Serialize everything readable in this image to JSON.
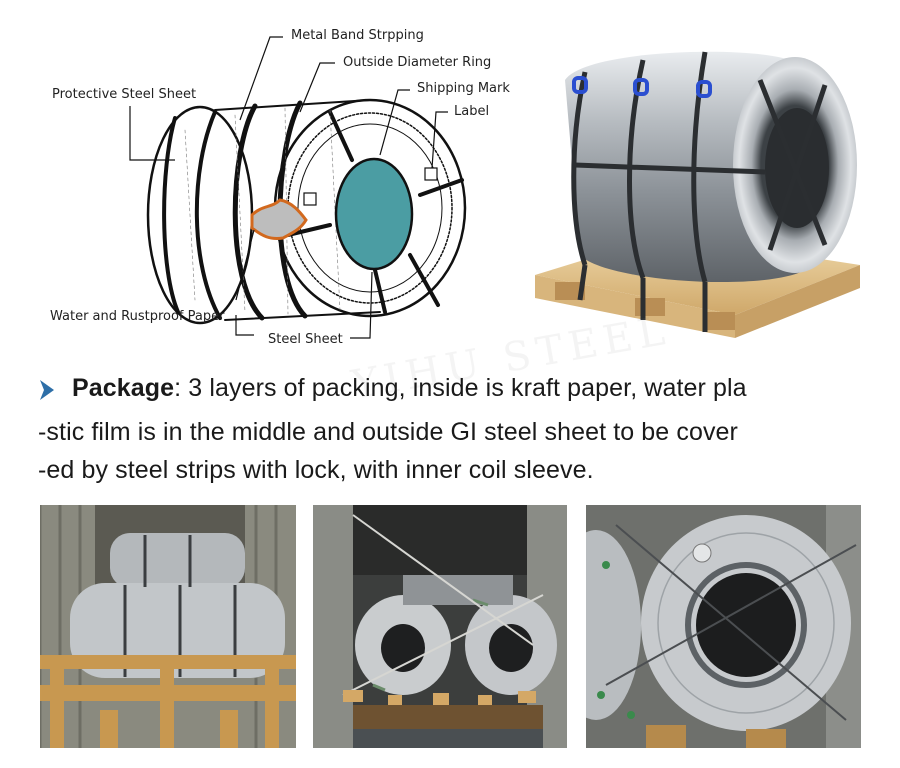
{
  "diagram": {
    "labels": {
      "metal_band": "Metal Band Strpping",
      "outside_ring": "Outside Diameter Ring",
      "shipping_mark": "Shipping Mark",
      "label": "Label",
      "protective_sheet": "Protective Steel Sheet",
      "rustproof_paper": "Water and Rustproof Paper",
      "steel_sheet": "Steel Sheet"
    }
  },
  "package": {
    "title": "Package",
    "colon": ":",
    "line1": "3 layers of packing, inside is kraft paper, water pla",
    "line2": "-stic film is in the middle and outside GI steel sheet to be cover",
    "line3": "-ed by steel strips with lock, with inner coil sleeve."
  },
  "watermark": "YIHU STEEL",
  "colors": {
    "arrow": "#2e6fa8",
    "coil_core": "#4b9da3",
    "pallet": "#e2c38f",
    "band_clip": "#2b4fd0"
  }
}
